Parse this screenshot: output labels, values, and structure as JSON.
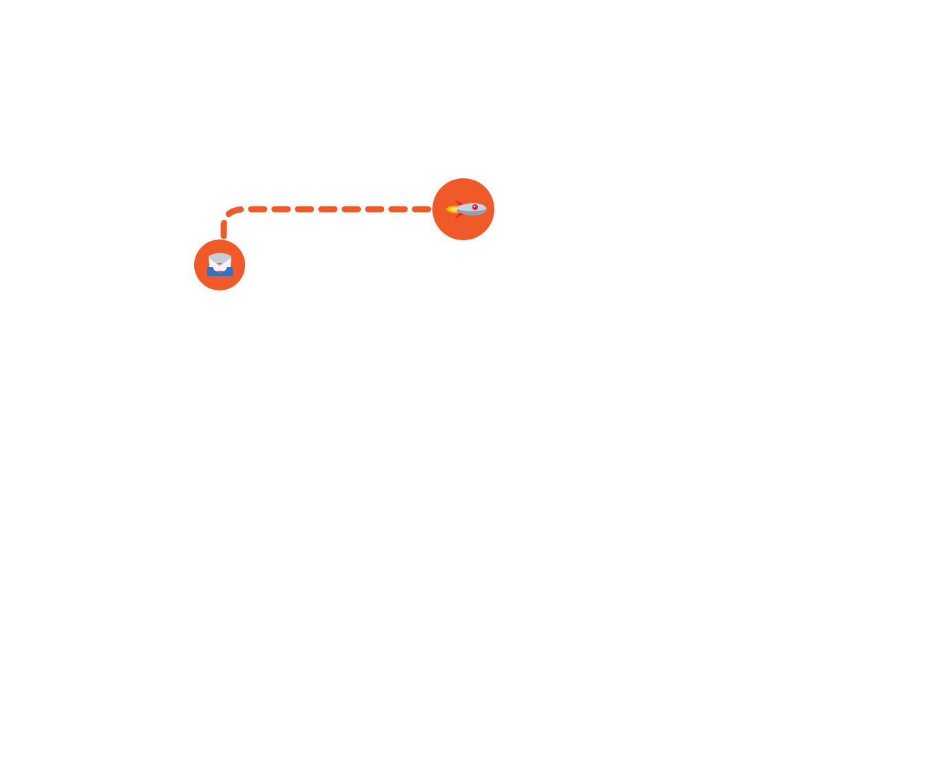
{
  "diagram": {
    "colors": {
      "background": "#ffffff",
      "accent": "#F05A28",
      "envelope_body": "#F4F4F6",
      "envelope_shadow": "#C9CDD6",
      "tray_blue": "#2F73C9",
      "rocket_body": "#C9D3DE",
      "rocket_shade": "#8EA0B2",
      "rocket_window": "#D7263D",
      "rocket_fin": "#E52521",
      "flame_outer": "#FFB000",
      "flame_inner": "#FFE66B"
    },
    "nodes": [
      {
        "id": "inbox",
        "icon": "inbox-tray-icon"
      },
      {
        "id": "rocket",
        "icon": "rocket-icon"
      }
    ],
    "connectors": [
      {
        "from": "inbox",
        "to": "rocket",
        "style": "dashed"
      }
    ]
  }
}
